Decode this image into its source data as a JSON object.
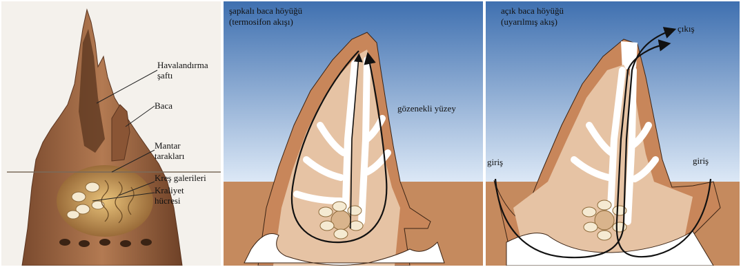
{
  "panel_photo": {
    "labels": {
      "havalandirma_line1": "Havalandırma",
      "havalandirma_line2": "şaftı",
      "baca": "Baca",
      "mantar_line1": "Mantar",
      "mantar_line2": "tarakları",
      "kres": "Kreş galerileri",
      "kraliyet_line1": "Kraliyet",
      "kraliyet_line2": "hücresi"
    }
  },
  "panel_capped": {
    "title_line1": "şapkalı baca höyüğü",
    "title_line2": "(termosifon akışı)",
    "label_surface": "gözenekli yüzey"
  },
  "panel_open": {
    "title_line1": "açık baca höyüğü",
    "title_line2": "(uyarılmış akış)",
    "label_exit": "çıkış",
    "label_inlet_left": "giriş",
    "label_inlet_right": "giriş"
  },
  "colors": {
    "sky_top": "#3f70b0",
    "sky_bottom": "#dce8f6",
    "ground": "#c58a5e",
    "mound_outer": "#c8865a",
    "mound_inner": "#e6c3a4",
    "channel": "#ffffff",
    "flow_line": "#111111",
    "photo_bg": "#f3f0ea",
    "termite_clay": "#a8704c"
  }
}
